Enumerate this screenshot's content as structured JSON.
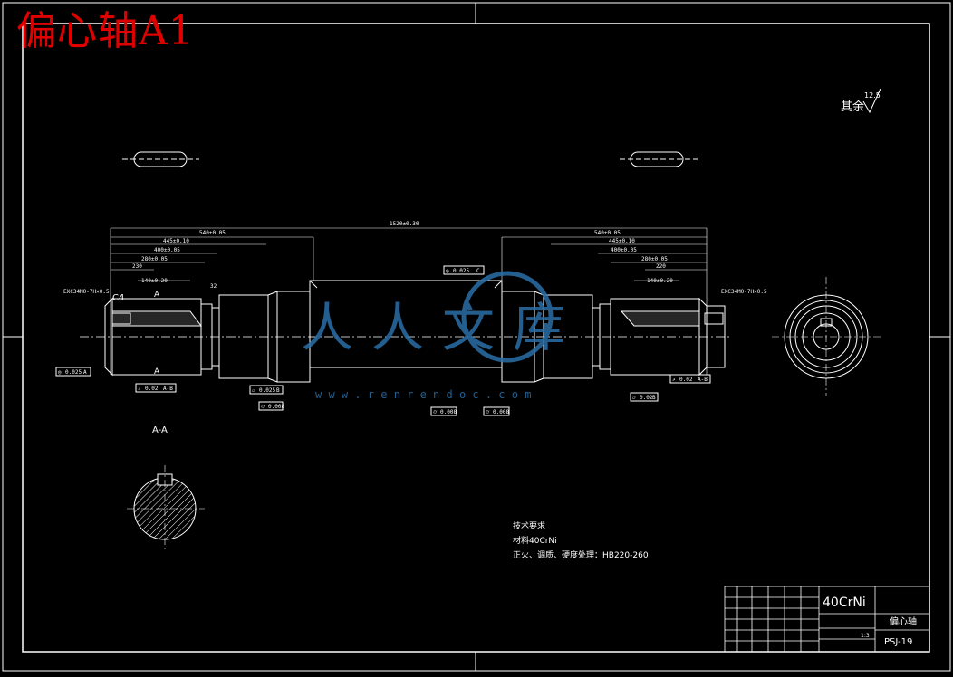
{
  "title": "偏心轴A1",
  "roughness_note": {
    "label": "其余",
    "value": "12.5"
  },
  "section_label": "A-A",
  "section_marks": [
    "A",
    "A"
  ],
  "chamfer": "C4",
  "dimensions": {
    "total_length": "1520±0.30",
    "left_540": "540±0.05",
    "right_540": "540±0.05",
    "left_445": "445±0.10",
    "right_445": "445±0.10",
    "left_400": "400±0.05",
    "right_400": "400±0.05",
    "left_280": "280±0.05",
    "right_280": "280±0.05",
    "left_230": "230",
    "right_230": "220",
    "left_140": "140±0.20",
    "right_140": "140±0.20",
    "left_32": "32",
    "thread_left": "EXC34M0-7H×0.5",
    "thread_right": "EXC34M0-7H×0.5",
    "runout": "0.025"
  },
  "tolerance_frames": [
    {
      "sym": "◎",
      "val": "0.025",
      "ref": "A"
    },
    {
      "sym": "↗",
      "val": "0.02",
      "ref": "A-B"
    },
    {
      "sym": "▱",
      "val": "0.025",
      "ref": "B"
    },
    {
      "sym": "⌭",
      "val": "0.008",
      "ref": ""
    },
    {
      "sym": "⌭",
      "val": "0.008",
      "ref": ""
    },
    {
      "sym": "⌭",
      "val": "0.008",
      "ref": ""
    },
    {
      "sym": "▱",
      "val": "0.02",
      "ref": "B"
    },
    {
      "sym": "↗",
      "val": "0.02",
      "ref": "A-B"
    },
    {
      "sym": "◎",
      "val": "0.025",
      "ref": "C"
    }
  ],
  "watermark": {
    "text": "人人文库",
    "url": "w w w . r e n r e n d o c . c o m"
  },
  "tech_requirements": {
    "heading": "技术要求",
    "lines": [
      "材料40CrNi",
      "正火、调质、硬度处理：HB220-260"
    ]
  },
  "title_block": {
    "material": "40CrNi",
    "part_name": "偏心轴",
    "drawing_no": "PSJ-19",
    "scale": "1:3"
  }
}
